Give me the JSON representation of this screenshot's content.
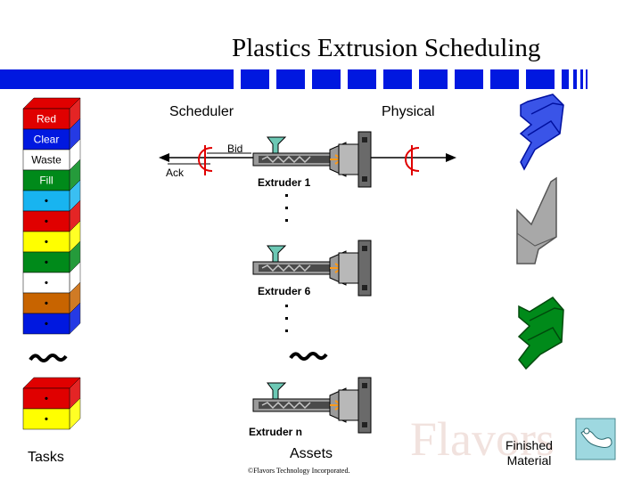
{
  "title": "Plastics Extrusion Scheduling",
  "tasks": {
    "label": "Tasks",
    "stack": [
      {
        "text": "Red",
        "color": "#e00000",
        "text_color": "#ffffff"
      },
      {
        "text": "Clear",
        "color": "#0018e0",
        "text_color": "#ffffff"
      },
      {
        "text": "Waste",
        "color": "#ffffff",
        "text_color": "#000000"
      },
      {
        "text": "Fill",
        "color": "#008a1a",
        "text_color": "#ffffff"
      },
      {
        "text": "•",
        "color": "#18b4f0",
        "text_color": "#000000"
      },
      {
        "text": "•",
        "color": "#e00000",
        "text_color": "#000000"
      },
      {
        "text": "•",
        "color": "#ffff00",
        "text_color": "#000000"
      },
      {
        "text": "•",
        "color": "#008a1a",
        "text_color": "#000000"
      },
      {
        "text": "•",
        "color": "#ffffff",
        "text_color": "#000000"
      },
      {
        "text": "•",
        "color": "#c86400",
        "text_color": "#000000"
      },
      {
        "text": "•",
        "color": "#0018e0",
        "text_color": "#000000"
      }
    ],
    "bottom_stack": [
      {
        "text": "•",
        "color": "#e00000",
        "text_color": "#000000"
      },
      {
        "text": "•",
        "color": "#ffff00",
        "text_color": "#000000"
      }
    ]
  },
  "scheduler_label": "Scheduler",
  "physical_label": "Physical",
  "bid_label": "Bid",
  "ack_label": "Ack",
  "extruders": [
    "Extruder 1",
    "Extruder 6",
    "Extruder n"
  ],
  "assets_label": "Assets",
  "finished_material_label": "Finished\nMaterial",
  "watermark": "Flavors",
  "copyright": "©Flavors Technology Incorporated.",
  "colors": {
    "accent_blue": "#0018e0",
    "profile_blue": "#3a54e8",
    "profile_gray": "#a8a8a8",
    "profile_green": "#008a1a",
    "signal_red": "#e00000",
    "logo_teal": "#9ed8e0"
  }
}
